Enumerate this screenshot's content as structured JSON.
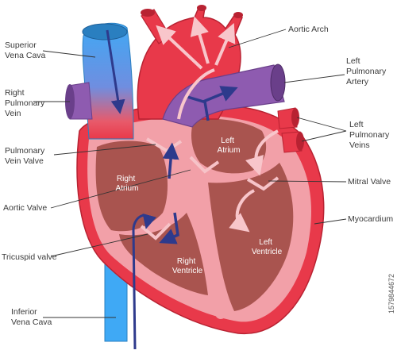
{
  "labels": {
    "superior_vena_cava": [
      "Superior",
      "Vena Cava"
    ],
    "right_pulmonary_vein": [
      "Right",
      "Pulmonary",
      "Vein"
    ],
    "pulmonary_vein_valve": [
      "Pulmonary",
      "Vein Valve"
    ],
    "aortic_valve": "Aortic Valve",
    "tricuspid_valve": "Tricuspid valve",
    "inferior_vena_cava": [
      "Inferior",
      "Vena Cava"
    ],
    "aortic_arch": "Aortic Arch",
    "left_pulmonary_artery": [
      "Left",
      "Pulmonary",
      "Artery"
    ],
    "left_pulmonary_veins": [
      "Left",
      "Pulmonary",
      "Veins"
    ],
    "mitral_valve": "Mitral Valve",
    "myocardium": "Myocardium",
    "right_atrium": [
      "Right",
      "Atrium"
    ],
    "left_atrium": [
      "Left",
      "Atrium"
    ],
    "right_ventricle": [
      "Right",
      "Ventricle"
    ],
    "left_ventricle": [
      "Left",
      "Ventricle"
    ]
  },
  "watermark": "1579844672",
  "colors": {
    "deoxygenated": "#3fa9f5",
    "oxygenated": "#e8394a",
    "pulmonary_artery": "#8e5bb0",
    "myocardium": "#f2a0a8",
    "chamber": "#a9544f",
    "arrow_blue": "#2e3a8c",
    "arrow_pink": "#f4a3ab"
  }
}
